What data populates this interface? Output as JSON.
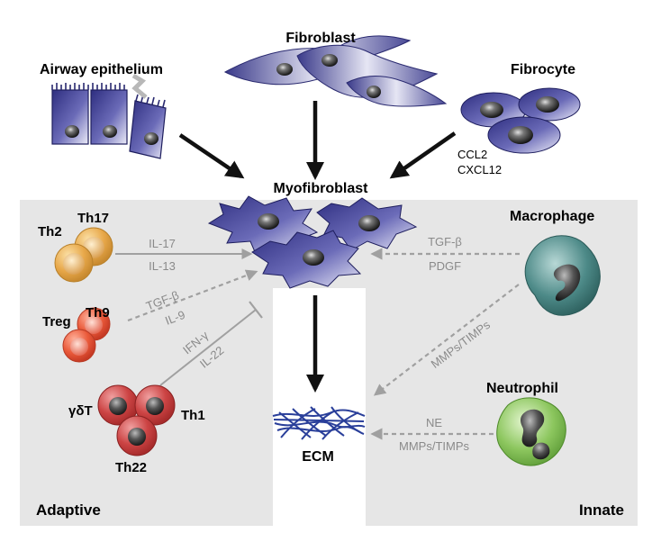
{
  "cells": {
    "fibroblast": "Fibroblast",
    "airway_epithelium": "Airway epithelium",
    "fibrocyte": "Fibrocyte",
    "myofibroblast": "Myofibroblast",
    "ecm": "ECM",
    "macrophage": "Macrophage",
    "neutrophil": "Neutrophil",
    "th17": "Th17",
    "th2": "Th2",
    "treg": "Treg",
    "th9": "Th9",
    "gdt": "γδT",
    "th1": "Th1",
    "th22": "Th22"
  },
  "regions": {
    "adaptive": "Adaptive",
    "innate": "Innate"
  },
  "mediators": {
    "ccl2": "CCL2",
    "cxcl12": "CXCL12",
    "il17": "IL-17",
    "il13": "IL-13",
    "tgfb_left": "TGF-β",
    "il9": "IL-9",
    "ifng": "IFN-γ",
    "il22": "IL-22",
    "tgfb_right": "TGF-β",
    "pdgf": "PDGF",
    "mmps_macrophage": "MMPs/TIMPs",
    "ne": "NE",
    "mmps_neutrophil": "MMPs/TIMPs"
  },
  "colors": {
    "panel": "#e6e6e6",
    "structural_cell": "#5a5aa8",
    "th_orange": "#e8a84a",
    "treg_red": "#e85a3c",
    "th1_red": "#c84040",
    "macrophage_teal": "#3f7a78",
    "neutrophil_green": "#86c25a",
    "ecm_blue": "#2a3f9a",
    "arrow_black": "#111111",
    "arrow_gray": "#9a9a9a"
  }
}
